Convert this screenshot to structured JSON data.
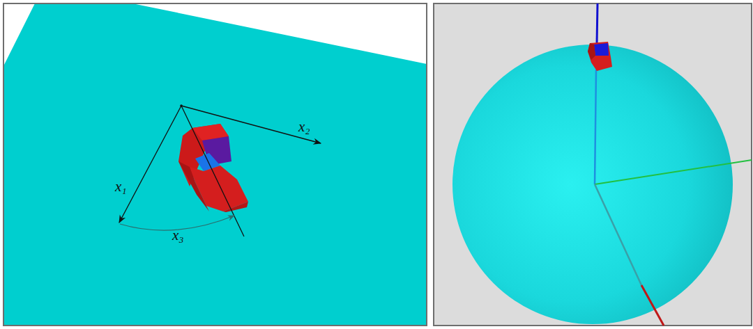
{
  "diagram": {
    "labels": [
      "x₂",
      "x₁",
      "x₃"
    ]
  }
}
